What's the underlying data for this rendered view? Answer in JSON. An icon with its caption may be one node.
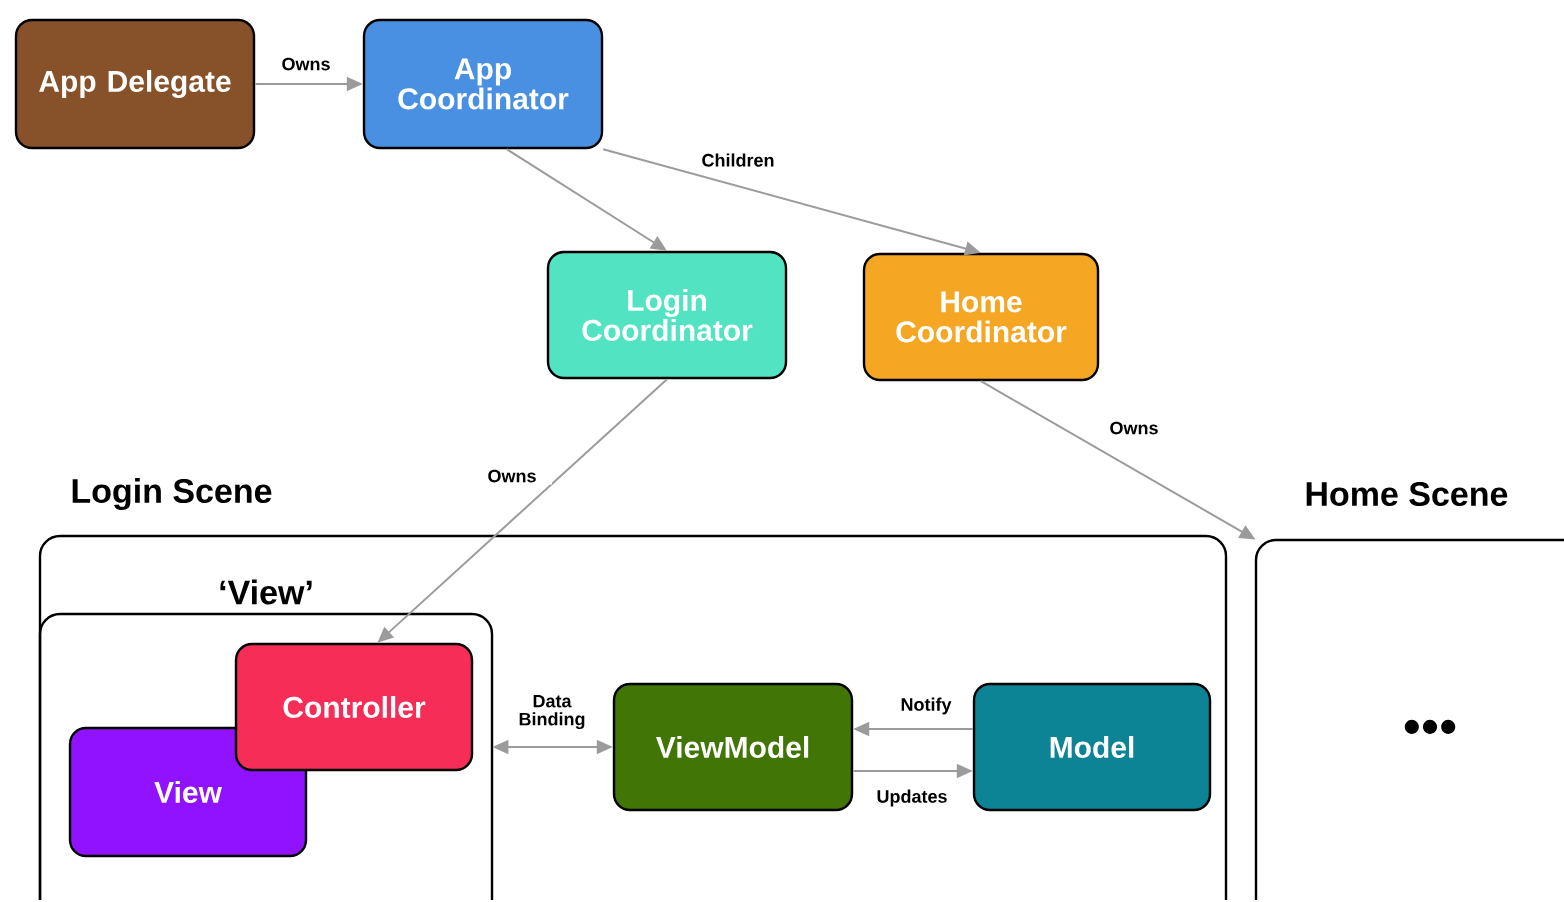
{
  "diagram": {
    "nodes": [
      {
        "text": [
          "App Delegate"
        ]
      },
      {
        "text": [
          "App Coordinator"
        ]
      },
      {
        "text": [
          "Login Coordinator"
        ]
      },
      {
        "text": [
          "Home Coordinator"
        ]
      },
      {
        "text": [
          "Login Scene"
        ]
      },
      {
        "text": [
          "‘View’"
        ],
        "in": 4
      },
      {
        "text": [
          "Controller"
        ],
        "in": 5
      },
      {
        "text": [
          "View"
        ],
        "in": 5
      },
      {
        "text": [
          "ViewModel"
        ],
        "in": 4
      },
      {
        "text": [
          "Model"
        ],
        "in": 4
      },
      {
        "text": [
          "Home Scene",
          "•••"
        ]
      }
    ],
    "edges": [
      {
        "from": 0,
        "to": 1,
        "arrow": "to",
        "label": "Owns"
      },
      {
        "from": 1,
        "to": 2,
        "arrow": "to"
      },
      {
        "from": 1,
        "to": 3,
        "arrow": "to",
        "label": "Children"
      },
      {
        "from": 2,
        "to": 6,
        "arrow": "to",
        "label": "Owns"
      },
      {
        "from": 3,
        "to": 10,
        "arrow": "to",
        "label": "Owns"
      },
      {
        "from": 5,
        "to": 8,
        "arrow": "both",
        "label": "Data Binding"
      },
      {
        "from": 9,
        "to": 8,
        "arrow": "to",
        "label": "Notify"
      },
      {
        "from": 8,
        "to": 9,
        "arrow": "to",
        "label": "Updates"
      }
    ]
  }
}
